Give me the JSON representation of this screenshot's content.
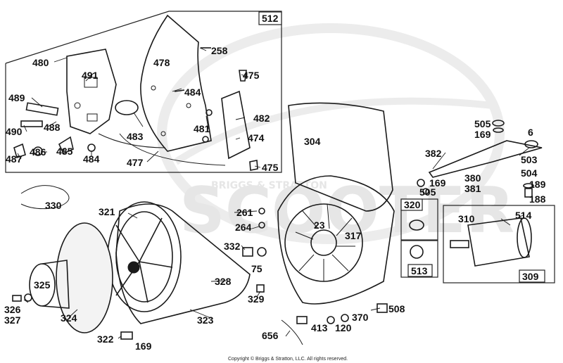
{
  "watermark": {
    "text": "SCOOTER",
    "brand": "BRIGGS & STRATTON"
  },
  "copyright": "Copyright © Briggs & Stratton, LLC. All rights reserved.",
  "boxes": {
    "box512": "512",
    "box320": "320",
    "box513": "513",
    "box309": "309"
  },
  "labels": [
    {
      "id": "p480",
      "text": "480"
    },
    {
      "id": "p491",
      "text": "491"
    },
    {
      "id": "p478",
      "text": "478"
    },
    {
      "id": "p258",
      "text": "258"
    },
    {
      "id": "p475a",
      "text": "475"
    },
    {
      "id": "p484a",
      "text": "484"
    },
    {
      "id": "p489",
      "text": "489"
    },
    {
      "id": "p488",
      "text": "488"
    },
    {
      "id": "p490",
      "text": "490"
    },
    {
      "id": "p483",
      "text": "483"
    },
    {
      "id": "p481",
      "text": "481"
    },
    {
      "id": "p482",
      "text": "482"
    },
    {
      "id": "p474",
      "text": "474"
    },
    {
      "id": "p487",
      "text": "487"
    },
    {
      "id": "p486",
      "text": "486"
    },
    {
      "id": "p485",
      "text": "485"
    },
    {
      "id": "p484b",
      "text": "484"
    },
    {
      "id": "p477",
      "text": "477"
    },
    {
      "id": "p475b",
      "text": "475"
    },
    {
      "id": "p304",
      "text": "304"
    },
    {
      "id": "p505a",
      "text": "505"
    },
    {
      "id": "p169a",
      "text": "169"
    },
    {
      "id": "p6",
      "text": "6"
    },
    {
      "id": "p382",
      "text": "382"
    },
    {
      "id": "p503",
      "text": "503"
    },
    {
      "id": "p504",
      "text": "504"
    },
    {
      "id": "p380",
      "text": "380"
    },
    {
      "id": "p381",
      "text": "381"
    },
    {
      "id": "p189",
      "text": "189"
    },
    {
      "id": "p188",
      "text": "188"
    },
    {
      "id": "p169b",
      "text": "169"
    },
    {
      "id": "p505b",
      "text": "505"
    },
    {
      "id": "p330",
      "text": "330"
    },
    {
      "id": "p321",
      "text": "321"
    },
    {
      "id": "p261",
      "text": "261"
    },
    {
      "id": "p264",
      "text": "264"
    },
    {
      "id": "p23",
      "text": "23"
    },
    {
      "id": "p317",
      "text": "317"
    },
    {
      "id": "p310",
      "text": "310"
    },
    {
      "id": "p514",
      "text": "514"
    },
    {
      "id": "p332",
      "text": "332"
    },
    {
      "id": "p75",
      "text": "75"
    },
    {
      "id": "p325",
      "text": "325"
    },
    {
      "id": "p328",
      "text": "328"
    },
    {
      "id": "p329",
      "text": "329"
    },
    {
      "id": "p326",
      "text": "326"
    },
    {
      "id": "p327",
      "text": "327"
    },
    {
      "id": "p324",
      "text": "324"
    },
    {
      "id": "p323",
      "text": "323"
    },
    {
      "id": "p508",
      "text": "508"
    },
    {
      "id": "p370",
      "text": "370"
    },
    {
      "id": "p413",
      "text": "413"
    },
    {
      "id": "p120",
      "text": "120"
    },
    {
      "id": "p656",
      "text": "656"
    },
    {
      "id": "p322",
      "text": "322"
    },
    {
      "id": "p169c",
      "text": "169"
    }
  ]
}
